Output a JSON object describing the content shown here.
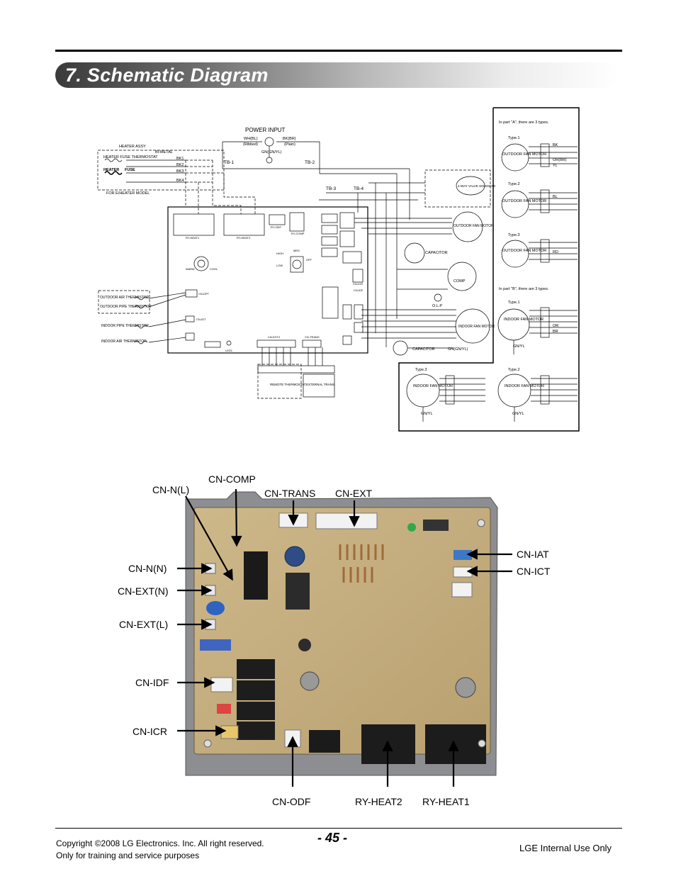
{
  "header": {
    "title": "7. Schematic Diagram"
  },
  "schematic": {
    "power_input": "POWER INPUT",
    "power_wires": [
      "WH(BL)",
      "(Ribbed)",
      "BK(BR)",
      "(Plain)",
      "GN(GN/YL)"
    ],
    "terminal_blocks": [
      "TB-1",
      "TB-2",
      "TB-3",
      "TB-4"
    ],
    "heater": {
      "assy": "HEATER ASSY",
      "bimetal": "BI-METAL",
      "thermostat": "HEATER FUSE THERMOSTAT",
      "heater": "HEATER",
      "fuse": "FUSE",
      "model_note": "FOR E/HEATER MODEL",
      "wires": [
        "BK1",
        "BK2",
        "BK3",
        "BK4"
      ]
    },
    "board_labels": [
      "RY-HEAT1",
      "RY-HEAT2",
      "RY-ODF",
      "RY-COMP",
      "CN-DPT",
      "CN-IDT",
      "CN-EXT2",
      "CN-TRANS",
      "CN-IDF",
      "CN-ICR",
      "LED1",
      "WARM",
      "COOL",
      "HIGH",
      "LOW",
      "MED",
      "OFF"
    ],
    "thermistors": [
      "OUTDOOR AIR THERMISTOR",
      "OUTDOOR PIPE THERMISTOR",
      "INDOOR PIPE THERMISTOR",
      "INDOOR AIR THERMISTOR"
    ],
    "valve": "4-WAY VALVE SOLENOID",
    "capacitor": "CAPACITOR",
    "comp": "COMP",
    "olp": "O.L.P",
    "outdoor_fan_motor": "OUTDOOR FAN MOTOR",
    "indoor_fan_motor": "INDOOR FAN MOTOR",
    "ground_note": "GN(GN/YL)",
    "remote_thermostat": "REMOTE THERMOSTAT",
    "external_trans": "EXTERNAL TRANS",
    "part_a_note": "In part \"A\", there are 3 types.",
    "part_b_note": "In part \"B\", there are 3 types.",
    "types": [
      "Type.1",
      "Type.2",
      "Type.3"
    ],
    "gnyl": "GN/YL",
    "wire_colors": [
      "BK",
      "BL",
      "RD",
      "OR(BR)",
      "YL",
      "OR",
      "BR"
    ]
  },
  "pcb_callouts": {
    "cn_comp": "CN-COMP",
    "cn_nl": "CN-N(L)",
    "cn_trans": "CN-TRANS",
    "cn_ext": "CN-EXT",
    "cn_nn": "CN-N(N)",
    "cn_extn": "CN-EXT(N)",
    "cn_extl": "CN-EXT(L)",
    "cn_idf": "CN-IDF",
    "cn_icr": "CN-ICR",
    "cn_iat": "CN-IAT",
    "cn_ict": "CN-ICT",
    "cn_odf": "CN-ODF",
    "ry_heat2": "RY-HEAT2",
    "ry_heat1": "RY-HEAT1"
  },
  "footer": {
    "page_number": "- 45 -",
    "copyright_line1": "Copyright ©2008 LG Electronics. Inc. All right reserved.",
    "copyright_line2": "Only for training and service purposes",
    "internal": "LGE Internal Use Only"
  }
}
